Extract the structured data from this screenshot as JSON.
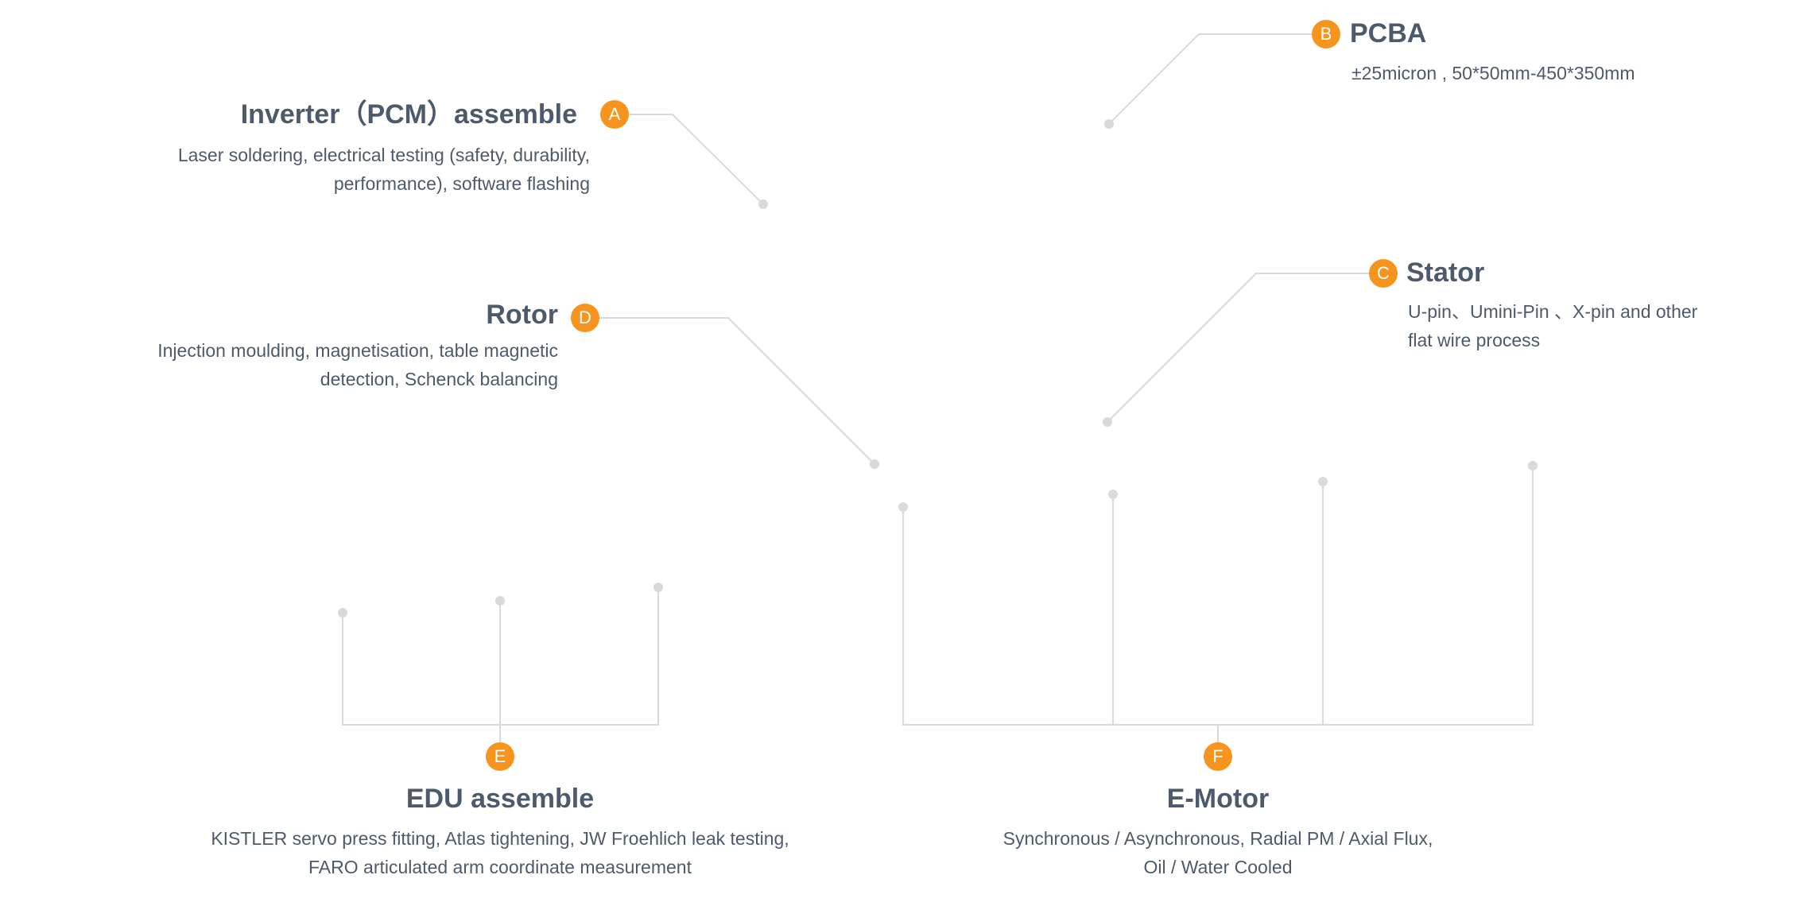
{
  "callouts": {
    "inverter": {
      "badge": "A",
      "title": "Inverter（PCM）assemble",
      "desc_lines": [
        "Laser soldering, electrical testing (safety, durability,",
        "performance), software flashing"
      ]
    },
    "pcba": {
      "badge": "B",
      "title": "PCBA",
      "desc_lines": [
        "±25micron ,  50*50mm-450*350mm"
      ]
    },
    "stator": {
      "badge": "C",
      "title": "Stator",
      "desc_lines": [
        "U-pin、Umini-Pin 、X-pin and other",
        "flat wire process"
      ]
    },
    "rotor": {
      "badge": "D",
      "title": "Rotor",
      "desc_lines": [
        "Injection moulding, magnetisation, table magnetic",
        "detection, Schenck balancing"
      ]
    },
    "edu": {
      "badge": "E",
      "title": "EDU assemble",
      "desc_lines": [
        "KISTLER servo press fitting, Atlas tightening, JW Froehlich leak testing,",
        "FARO articulated arm coordinate measurement"
      ]
    },
    "emotor": {
      "badge": "F",
      "title": "E-Motor",
      "desc_lines": [
        "Synchronous / Asynchronous, Radial PM / Axial Flux,",
        "Oil / Water Cooled"
      ]
    }
  },
  "colors": {
    "accent": "#f7941d",
    "text": "#4d5a6c",
    "line": "#d9d9d9"
  }
}
